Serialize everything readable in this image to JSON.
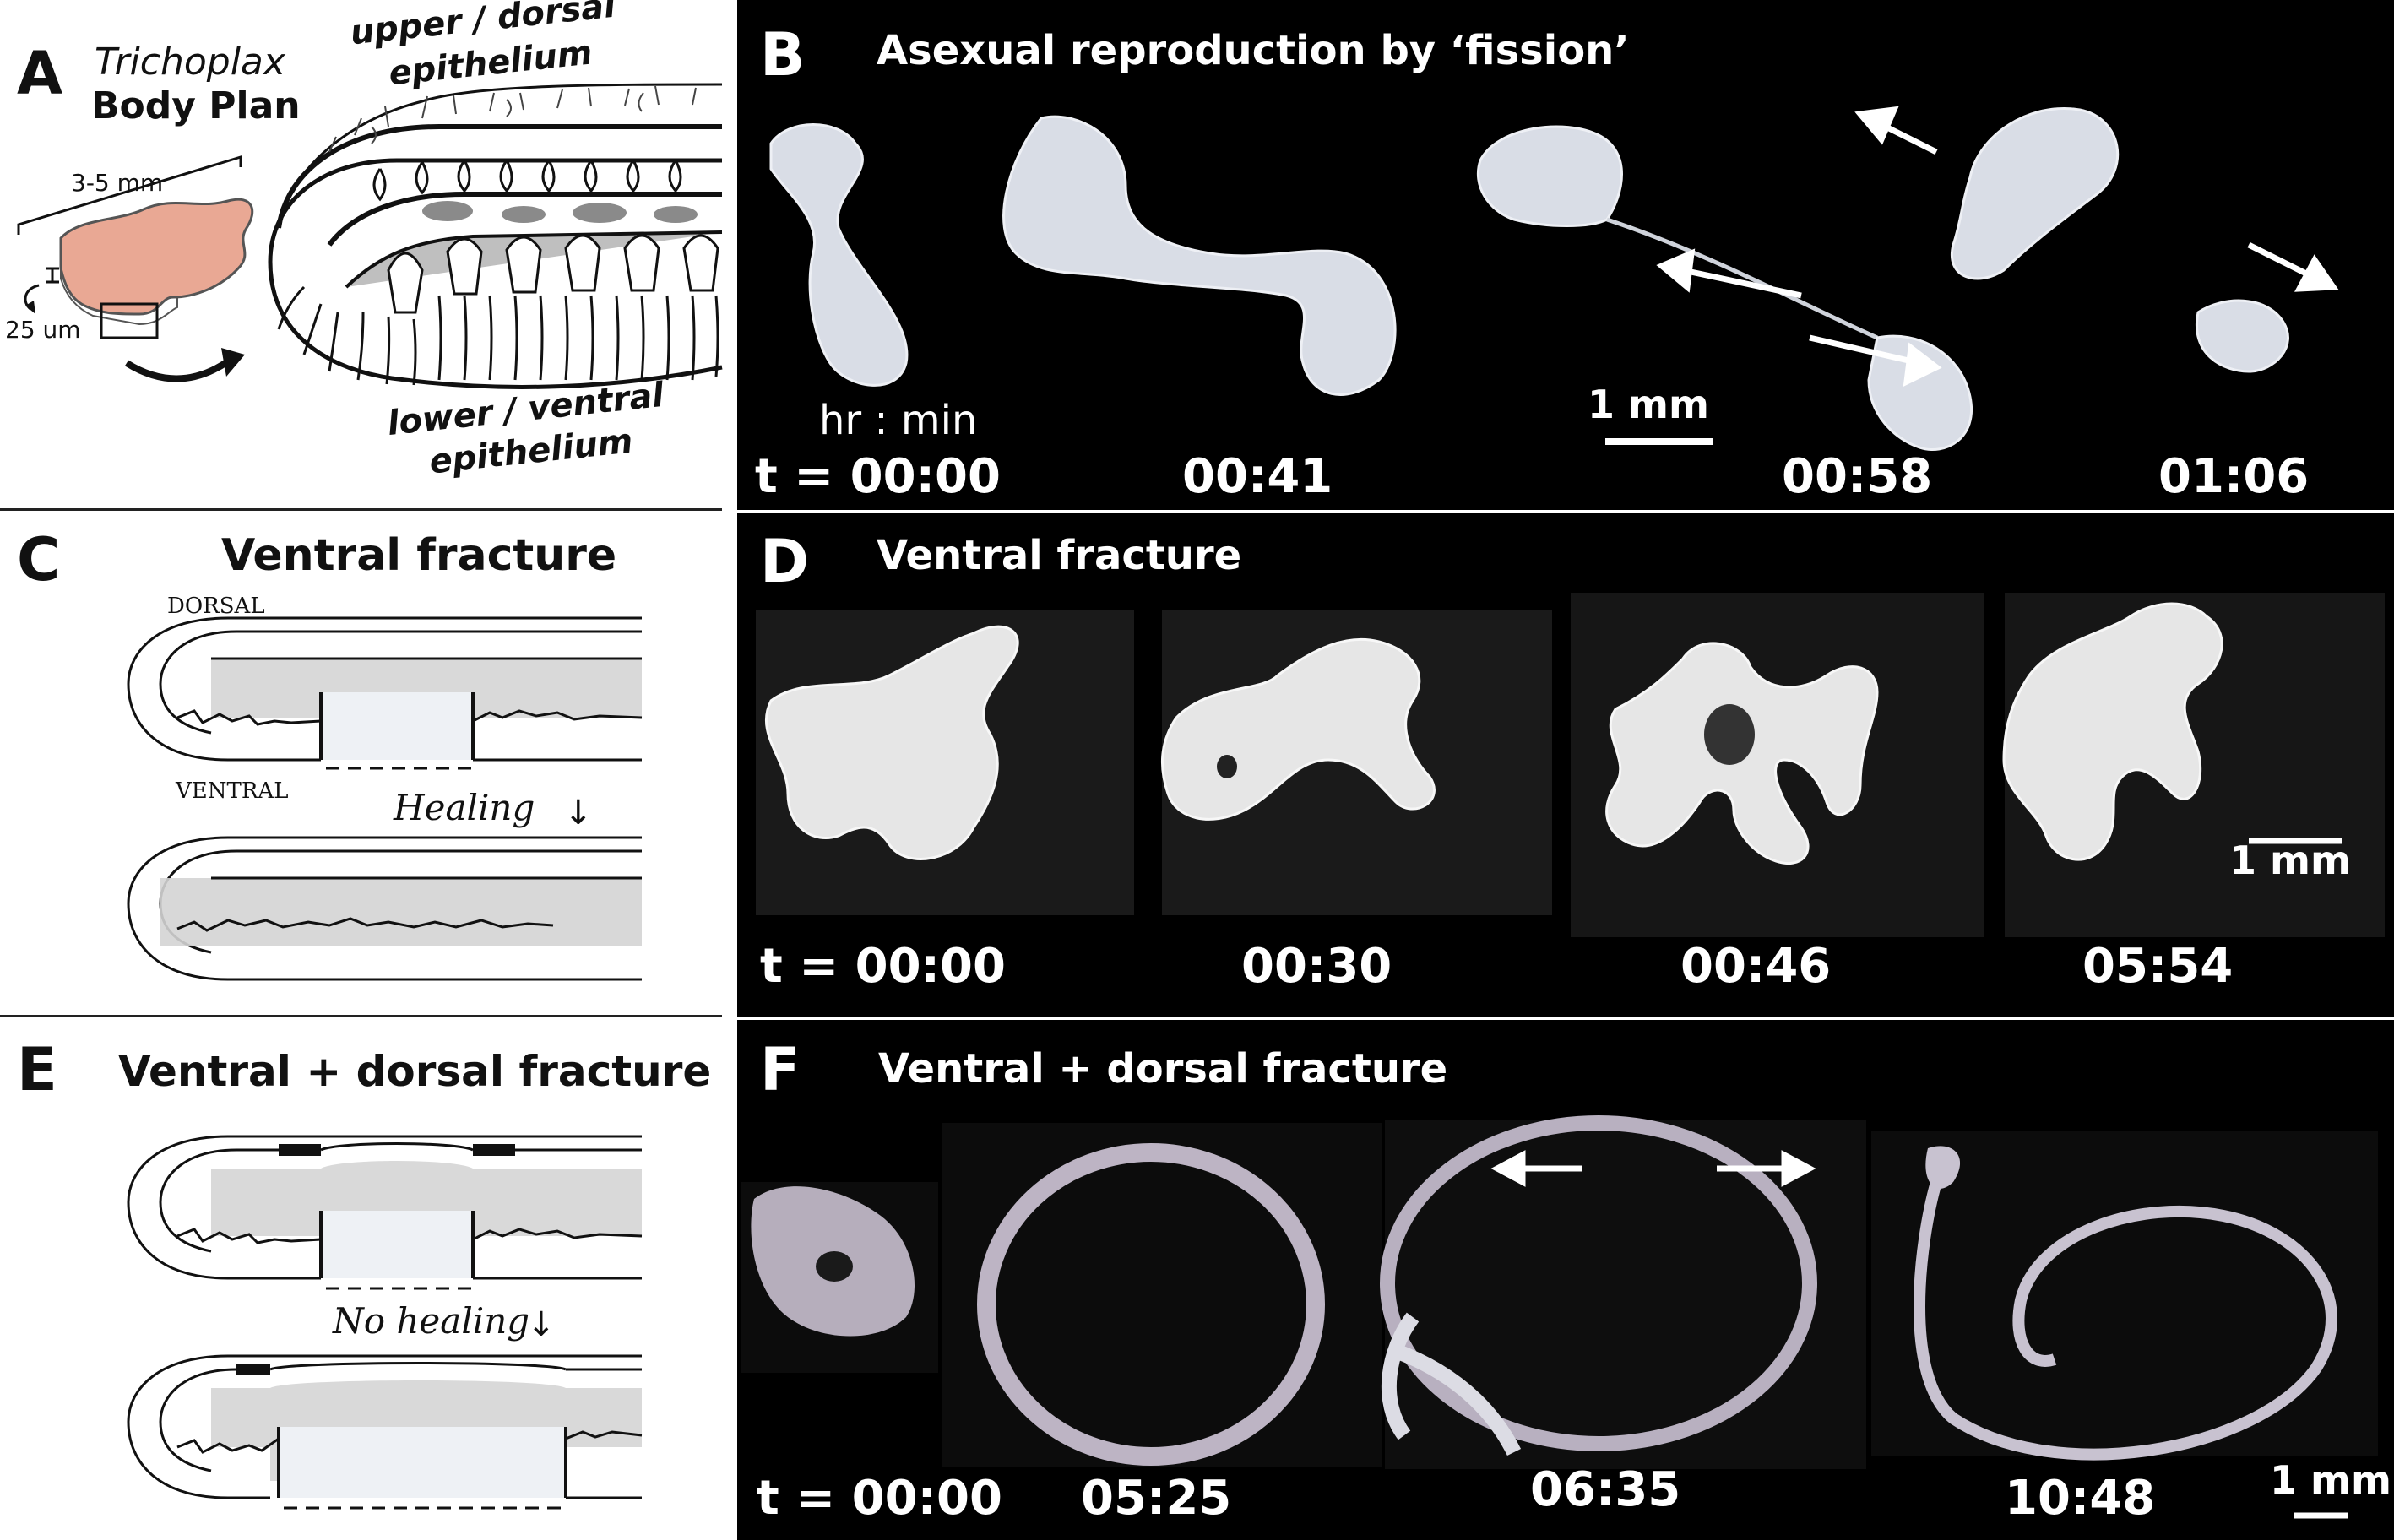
{
  "panel_a": {
    "letter": "A",
    "title_italic": "Trichoplax",
    "title_bold": "Body Plan",
    "size_label": "3-5 mm",
    "thickness_label": "25 um",
    "upper_label_1": "upper / dorsal",
    "upper_label_2": "epithelium",
    "lower_label_1": "lower / ventral",
    "lower_label_2": "epithelium"
  },
  "panel_b": {
    "letter": "B",
    "title": "Asexual reproduction by ‘fission’",
    "time_unit": "hr : min",
    "scale_bar": "1 mm",
    "timepoints": [
      "t = 00:00",
      "00:41",
      "00:58",
      "01:06"
    ]
  },
  "panel_c": {
    "letter": "C",
    "title": "Ventral fracture",
    "dorsal_label": "DORSAL",
    "ventral_label": "VENTRAL",
    "healing_label": "Healing"
  },
  "panel_d": {
    "letter": "D",
    "title": "Ventral fracture",
    "scale_bar": "1 mm",
    "timepoints": [
      "t = 00:00",
      "00:30",
      "00:46",
      "05:54"
    ]
  },
  "panel_e": {
    "letter": "E",
    "title": "Ventral + dorsal fracture",
    "no_healing_label": "No healing"
  },
  "panel_f": {
    "letter": "F",
    "title": "Ventral  + dorsal fracture",
    "scale_bar": "1 mm",
    "timepoints": [
      "t = 00:00",
      "05:25",
      "06:35",
      "10:48"
    ]
  },
  "colors": {
    "animal_pink": "#e9a894",
    "tissue_gray": "#d4d4d4",
    "tissue_light": "#eef1f5",
    "photo_bg": "#000000"
  }
}
